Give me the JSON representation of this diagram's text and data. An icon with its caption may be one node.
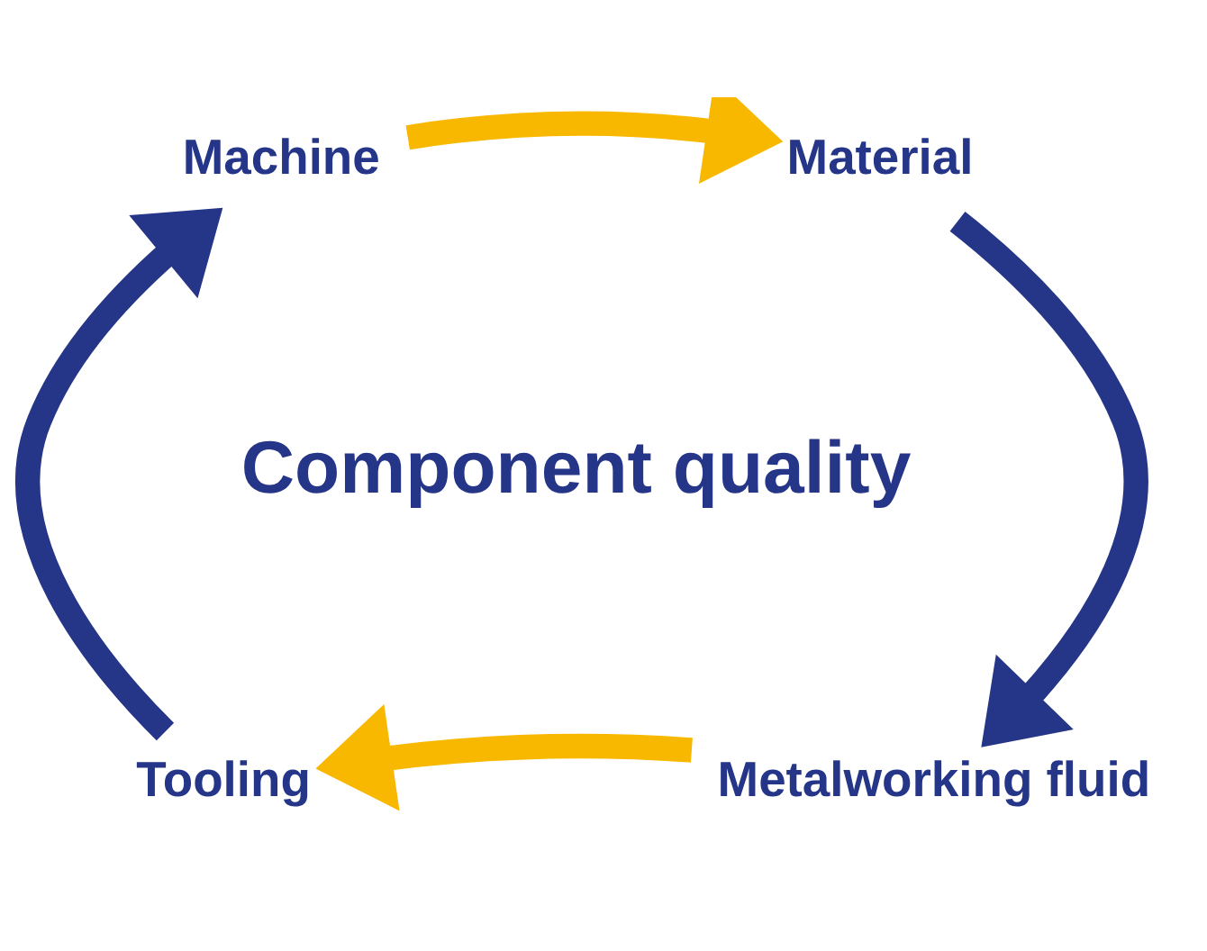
{
  "diagram": {
    "nodes": [
      {
        "text": [
          "Machine"
        ]
      },
      {
        "text": [
          "Material"
        ]
      },
      {
        "text": [
          "Metalworking fluid"
        ]
      },
      {
        "text": [
          "Tooling"
        ]
      },
      {
        "text": [
          "Component quality"
        ]
      }
    ],
    "edges": [
      {
        "from": 0,
        "to": 1,
        "arrow": "to",
        "color": "#f9b800"
      },
      {
        "from": 1,
        "to": 2,
        "arrow": "to",
        "color": "#253588"
      },
      {
        "from": 2,
        "to": 3,
        "arrow": "to",
        "color": "#f9b800"
      },
      {
        "from": 3,
        "to": 0,
        "arrow": "to",
        "color": "#253588"
      }
    ]
  }
}
